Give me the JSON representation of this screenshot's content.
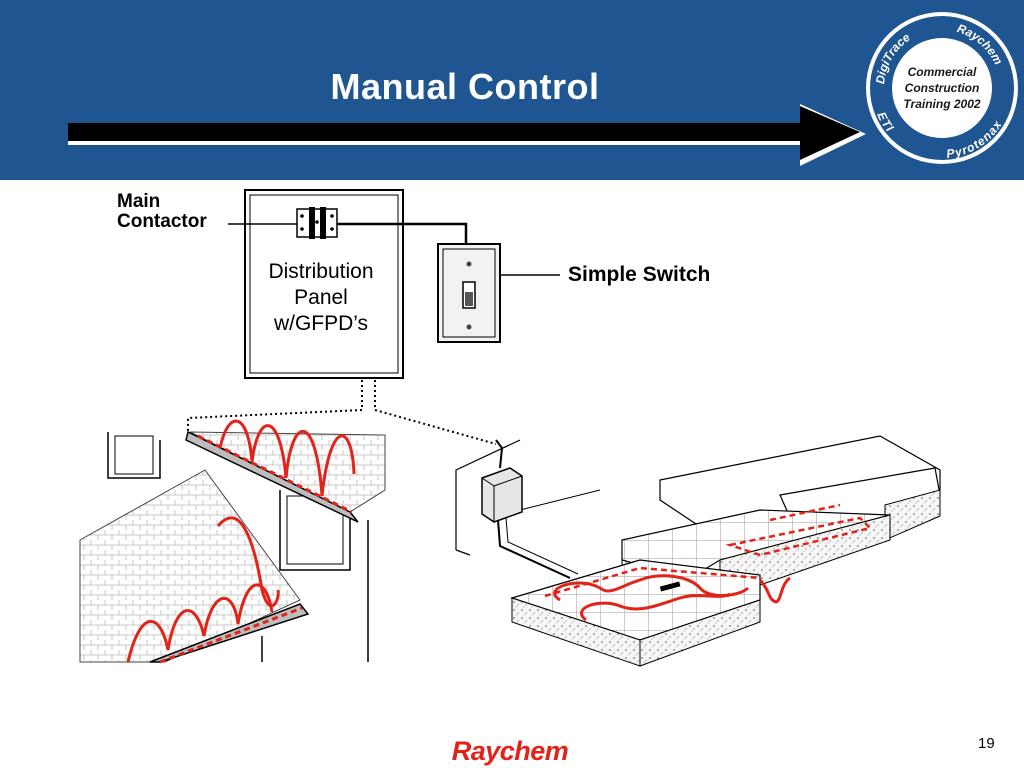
{
  "slide": {
    "title": "Manual Control",
    "number": "19",
    "brand": "Raychem"
  },
  "badge": {
    "arc_top_left": "DigiTrace",
    "arc_top_right": "Raychem",
    "arc_bottom_left": "ETI",
    "arc_bottom_right": "Pyrotenax",
    "center_lines": [
      "Commercial",
      "Construction",
      "Training 2002"
    ]
  },
  "diagram": {
    "main_contactor_lines": [
      "Main",
      "Contactor"
    ],
    "panel_lines": [
      "Distribution",
      "Panel",
      "w/GFPD’s"
    ],
    "switch_label": "Simple Switch"
  },
  "colors": {
    "header_bg": "#1f5590",
    "heating_cable": "#e2231a",
    "brand_red": "#e2231a",
    "arrow": "#000000"
  }
}
